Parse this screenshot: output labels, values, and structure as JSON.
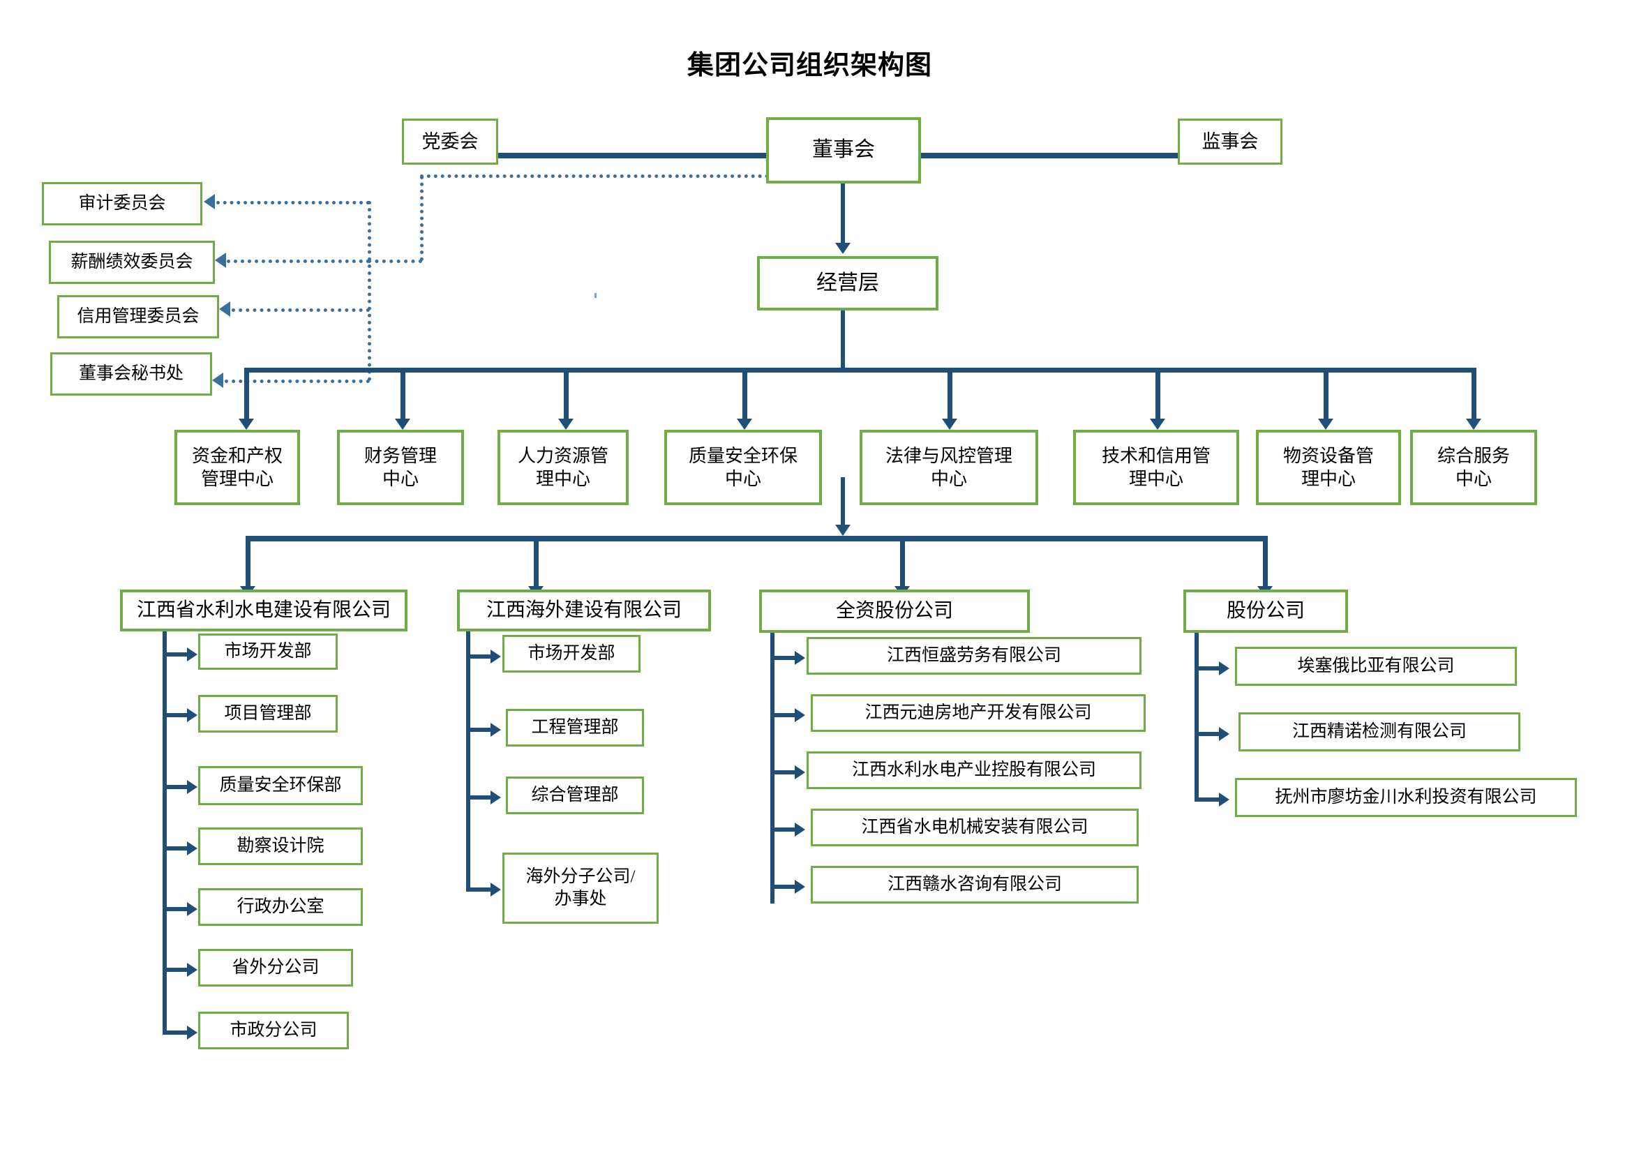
{
  "chart_title": "集团公司组织架构图",
  "colors": {
    "box_border": "#70AD47",
    "connector": "#1F4E79",
    "dotted_connector": "#3A6E9B",
    "background": "#FFFFFF",
    "text": "#000000"
  },
  "top_level": {
    "party_committee": "党委会",
    "board_of_directors": "董事会",
    "supervisory_board": "监事会",
    "management_layer": "经营层"
  },
  "board_committees": [
    {
      "label": "审计委员会"
    },
    {
      "label": "薪酬绩效委员会"
    },
    {
      "label": "信用管理委员会"
    },
    {
      "label": "董事会秘书处"
    }
  ],
  "functional_centers": [
    {
      "label": "资金和产权\n管理中心"
    },
    {
      "label": "财务管理\n中心"
    },
    {
      "label": "人力资源管\n理中心"
    },
    {
      "label": "质量安全环保\n中心"
    },
    {
      "label": "法律与风控管理\n中心"
    },
    {
      "label": "技术和信用管\n理中心"
    },
    {
      "label": "物资设备管\n理中心"
    },
    {
      "label": "综合服务\n中心"
    }
  ],
  "subsidiaries": [
    {
      "name": "江西省水利水电建设有限公司",
      "children": [
        {
          "label": "市场开发部"
        },
        {
          "label": "项目管理部"
        },
        {
          "label": "质量安全环保部"
        },
        {
          "label": "勘察设计院"
        },
        {
          "label": "行政办公室"
        },
        {
          "label": "省外分公司"
        },
        {
          "label": "市政分公司"
        }
      ]
    },
    {
      "name": "江西海外建设有限公司",
      "children": [
        {
          "label": "市场开发部"
        },
        {
          "label": "工程管理部"
        },
        {
          "label": "综合管理部"
        },
        {
          "label": "海外分子公司/\n办事处"
        }
      ]
    },
    {
      "name": "全资股份公司",
      "children": [
        {
          "label": "江西恒盛劳务有限公司"
        },
        {
          "label": "江西元迪房地产开发有限公司"
        },
        {
          "label": "江西水利水电产业控股有限公司"
        },
        {
          "label": "江西省水电机械安装有限公司"
        },
        {
          "label": "江西赣水咨询有限公司"
        }
      ]
    },
    {
      "name": "股份公司",
      "children": [
        {
          "label": "埃塞俄比亚有限公司"
        },
        {
          "label": "江西精诺检测有限公司"
        },
        {
          "label": "抚州市廖坊金川水利投资有限公司"
        }
      ]
    }
  ]
}
